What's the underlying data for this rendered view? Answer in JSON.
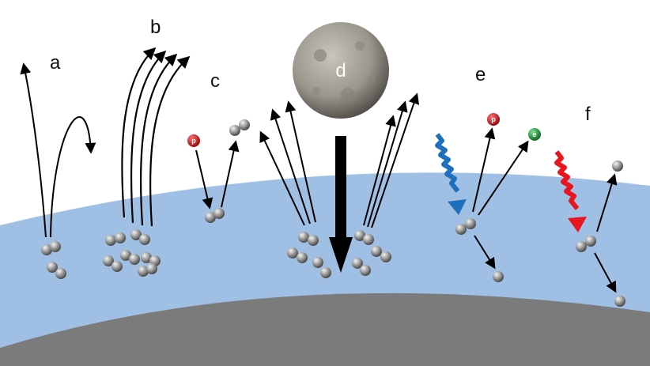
{
  "labels": {
    "a": "a",
    "b": "b",
    "c": "c",
    "d": "d",
    "e": "e",
    "f": "f"
  },
  "particles": {
    "proton": "p",
    "electron": "e"
  },
  "colors": {
    "atmosphere": "#9fc0e4",
    "surface": "#7b7b7b",
    "proton": "#c8141e",
    "electron": "#1f9a3c",
    "photon_e": "#1f6fbf",
    "photon_f": "#e8141e"
  }
}
